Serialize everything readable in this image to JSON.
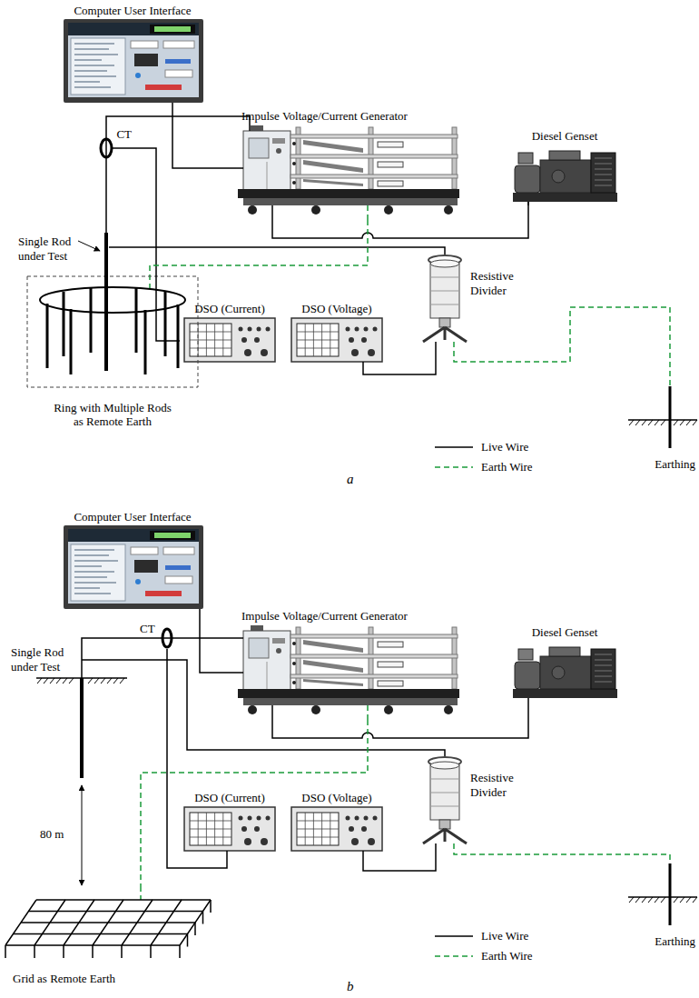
{
  "diagram": {
    "nodes": [
      {
        "text": [
          "Computer User Interface"
        ]
      },
      {
        "text": [
          "Impulse Voltage/Current Generator"
        ]
      },
      {
        "text": [
          "Diesel Genset"
        ]
      },
      {
        "text": [
          "CT"
        ]
      },
      {
        "text": [
          "Single Rod under Test"
        ]
      },
      {
        "text": [
          "DSO (Current)"
        ]
      },
      {
        "text": [
          "DSO (Voltage)"
        ]
      },
      {
        "text": [
          "Resistive Divider"
        ]
      },
      {
        "text": [
          "Ring with Multiple Rods as Remote Earth"
        ]
      },
      {
        "text": [
          "Earthing"
        ]
      },
      {
        "text": [
          "Computer User Interface"
        ]
      },
      {
        "text": [
          "Impulse Voltage/Current Generator"
        ]
      },
      {
        "text": [
          "Diesel Genset"
        ]
      },
      {
        "text": [
          "CT"
        ]
      },
      {
        "text": [
          "Single Rod under Test"
        ]
      },
      {
        "text": [
          "DSO (Current)"
        ]
      },
      {
        "text": [
          "DSO (Voltage)"
        ]
      },
      {
        "text": [
          "Resistive Divider"
        ]
      },
      {
        "text": [
          "Earthing"
        ]
      },
      {
        "text": [
          "Grid as Remote Earth"
        ]
      }
    ],
    "edges": [
      {
        "from": 0,
        "to": 1,
        "arrow": "none"
      },
      {
        "from": 1,
        "to": 2,
        "arrow": "none"
      },
      {
        "from": 1,
        "to": 3,
        "arrow": "none"
      },
      {
        "from": 3,
        "to": 4,
        "arrow": "none"
      },
      {
        "from": 3,
        "to": 5,
        "arrow": "none"
      },
      {
        "from": 4,
        "to": 7,
        "arrow": "none"
      },
      {
        "from": 7,
        "to": 6,
        "arrow": "none"
      },
      {
        "from": 1,
        "to": 8,
        "arrow": "none"
      },
      {
        "from": 7,
        "to": 9,
        "arrow": "none"
      },
      {
        "from": 10,
        "to": 11,
        "arrow": "none"
      },
      {
        "from": 11,
        "to": 12,
        "arrow": "none"
      },
      {
        "from": 11,
        "to": 13,
        "arrow": "none"
      },
      {
        "from": 13,
        "to": 14,
        "arrow": "none"
      },
      {
        "from": 13,
        "to": 15,
        "arrow": "none"
      },
      {
        "from": 14,
        "to": 17,
        "arrow": "none"
      },
      {
        "from": 17,
        "to": 16,
        "arrow": "none"
      },
      {
        "from": 11,
        "to": 19,
        "arrow": "none"
      },
      {
        "from": 17,
        "to": 18,
        "arrow": "none"
      }
    ],
    "labels": [
      "a",
      "80 m",
      "b"
    ],
    "legend": [
      {
        "text": "Live Wire"
      },
      {
        "text": "Earth Wire"
      },
      {
        "text": "Live Wire"
      },
      {
        "text": "Earth Wire"
      }
    ]
  }
}
